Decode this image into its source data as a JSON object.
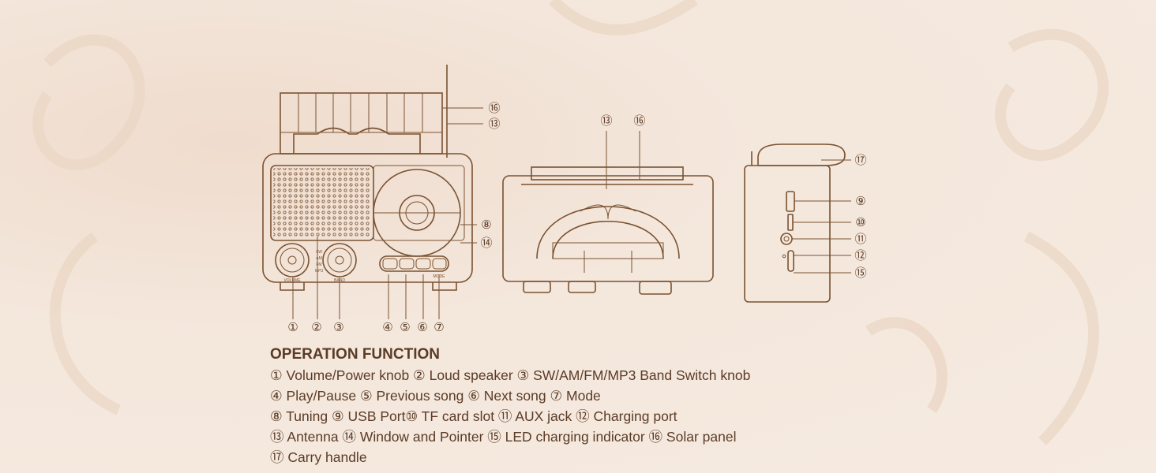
{
  "title": "OPERATION FUNCTION",
  "legend_rows": [
    "① Volume/Power knob ② Loud speaker ③ SW/AM/FM/MP3 Band Switch knob",
    "④ Play/Pause ⑤ Previous song ⑥ Next song ⑦ Mode",
    "⑧ Tuning ⑨ USB Port⑩ TF card slot ⑪ AUX jack ⑫ Charging port",
    "⑬ Antenna ⑭ Window and Pointer ⑮ LED charging indicator ⑯ Solar panel",
    "⑰ Carry handle"
  ],
  "front_labels": {
    "volume": "VOLUME",
    "band": "BAND",
    "mode": "MODE",
    "sw": "SW",
    "am": "AM",
    "fm": "FM",
    "mp3": "MP3"
  },
  "callouts": {
    "front": {
      "c16": "⑯",
      "c13": "⑬",
      "c8": "⑧",
      "c14": "⑭",
      "c1": "①",
      "c2": "②",
      "c3": "③",
      "c4": "④",
      "c5": "⑤",
      "c6": "⑥",
      "c7": "⑦"
    },
    "top": {
      "c13": "⑬",
      "c16": "⑯"
    },
    "side": {
      "c17": "⑰",
      "c9": "⑨",
      "c10": "⑩",
      "c11": "⑪",
      "c12": "⑫",
      "c15": "⑮"
    }
  },
  "colors": {
    "background": "#f4e7dc",
    "line": "#7a5232",
    "text": "#5b3b26"
  }
}
